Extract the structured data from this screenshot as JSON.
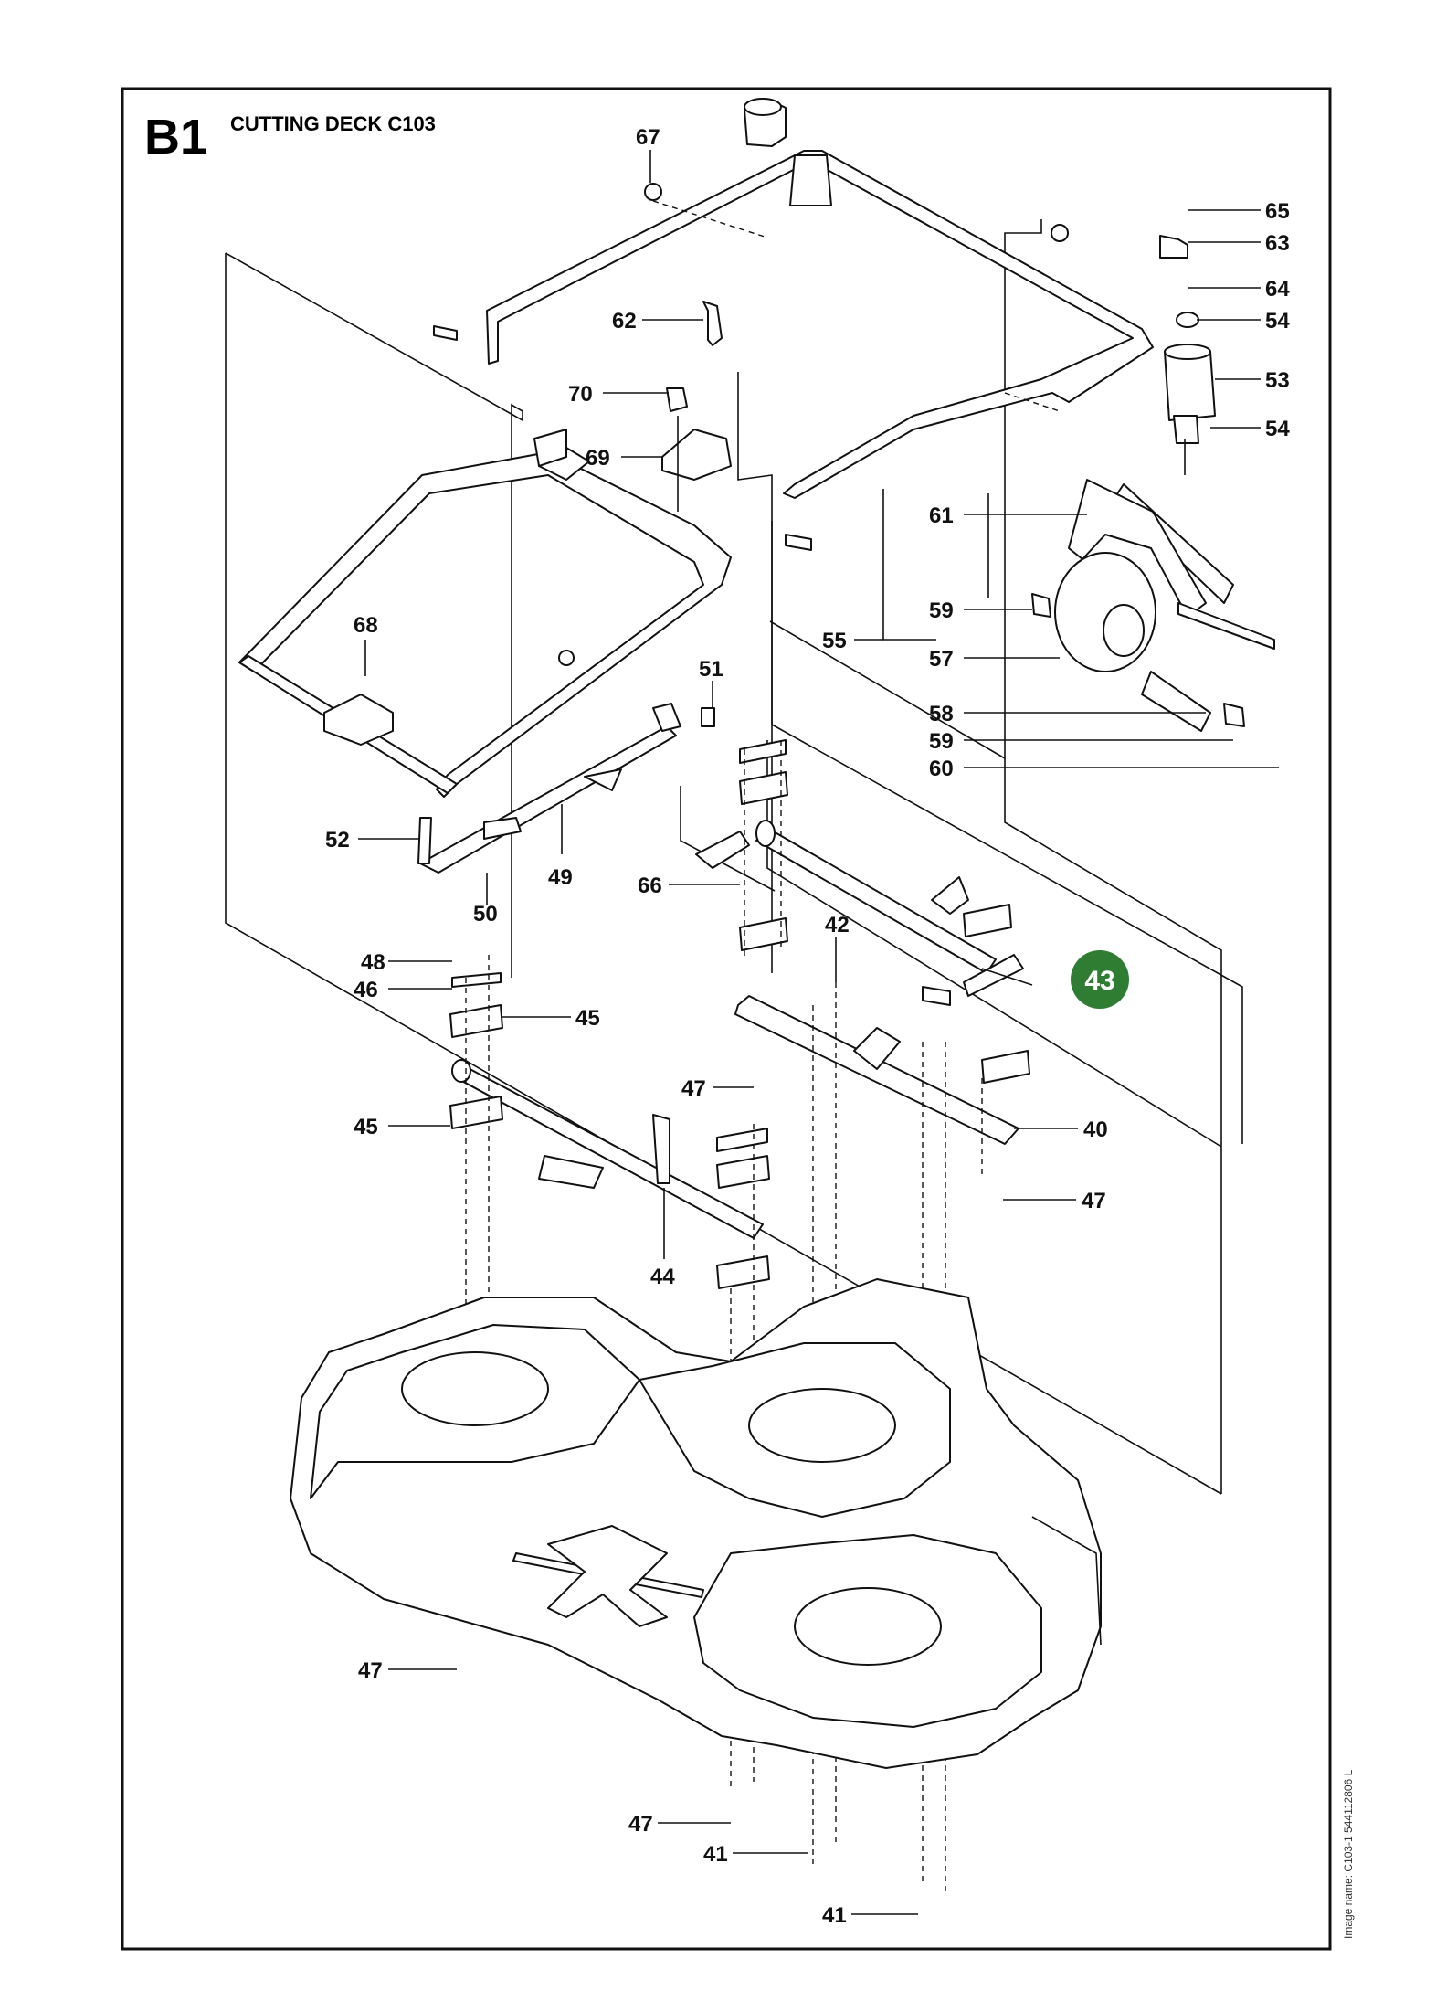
{
  "header": {
    "section_id": "B1",
    "section_title": "CUTTING DECK C103"
  },
  "side_note": "Image name: C103-1 544112806 L",
  "highlight": {
    "label": "43",
    "color": "#2e7d32"
  },
  "callouts": {
    "c67": "67",
    "c62": "62",
    "c70": "70",
    "c69": "69",
    "c68": "68",
    "c65": "65",
    "c63": "63",
    "c64": "64",
    "c54a": "54",
    "c53": "53",
    "c54b": "54",
    "c61": "61",
    "c55": "55",
    "c59a": "59",
    "c57": "57",
    "c58": "58",
    "c59b": "59",
    "c60": "60",
    "c51": "51",
    "c52": "52",
    "c50": "50",
    "c49": "49",
    "c66": "66",
    "c42": "42",
    "c48": "48",
    "c46": "46",
    "c45a": "45",
    "c45b": "45",
    "c47a": "47",
    "c40": "40",
    "c47b": "47",
    "c44": "44",
    "c47c": "47",
    "c47d": "47",
    "c41a": "41",
    "c41b": "41"
  }
}
